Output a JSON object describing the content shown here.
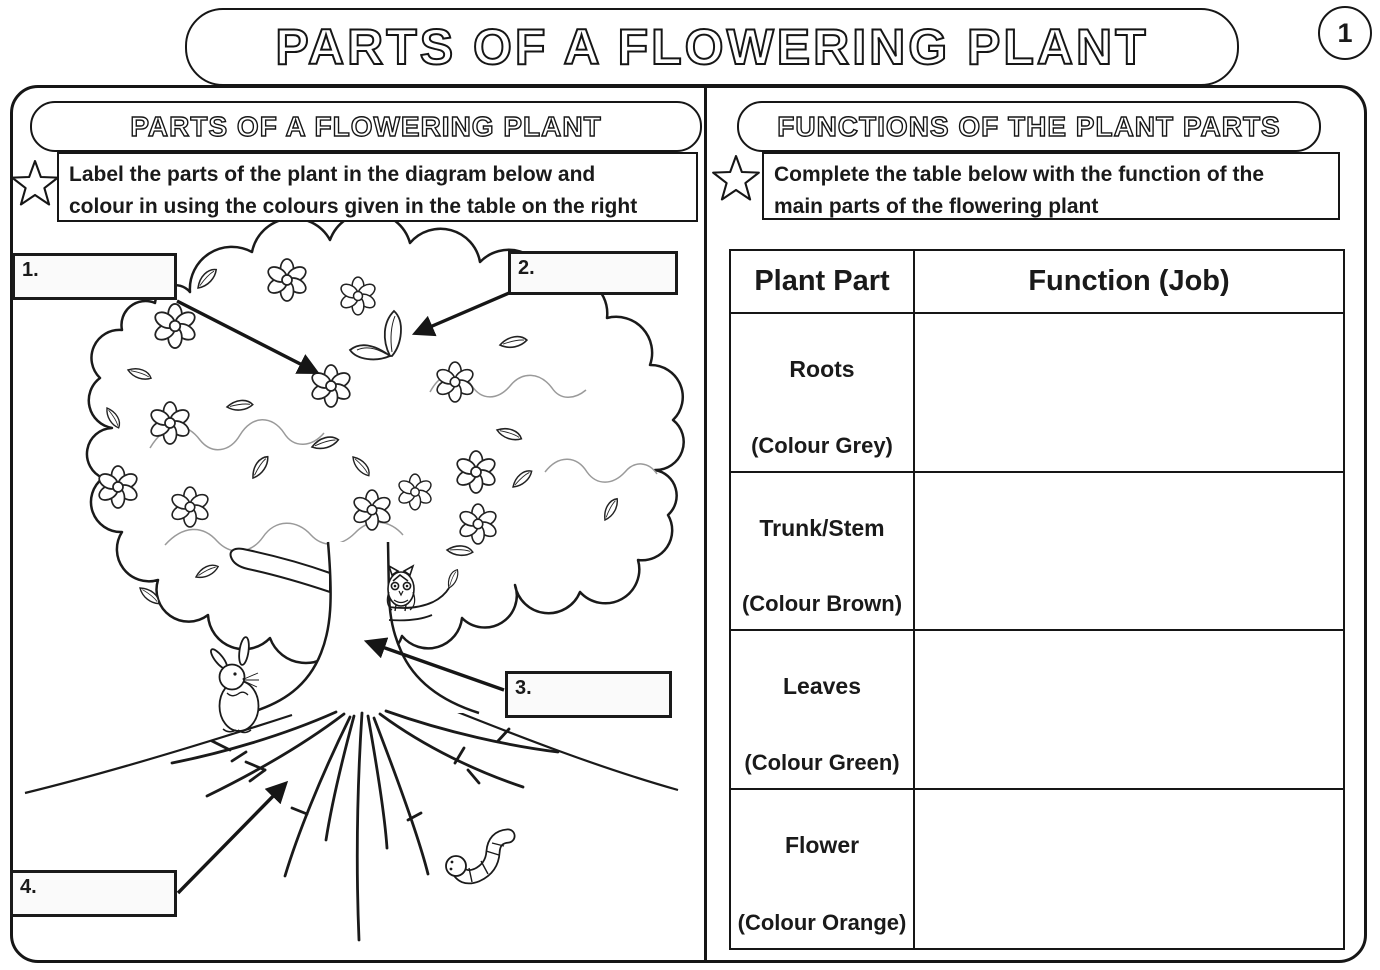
{
  "page": {
    "number": "1"
  },
  "title_banner": {
    "text": "PARTS OF A FLOWERING PLANT"
  },
  "left_section": {
    "heading": "PARTS OF A FLOWERING PLANT",
    "instruction": {
      "line1": "Label the parts of the plant in the diagram below and",
      "line2": "colour in using the colours given in the table on the right"
    },
    "diagram_labels": [
      {
        "number": "1."
      },
      {
        "number": "2."
      },
      {
        "number": "3."
      },
      {
        "number": "4."
      }
    ]
  },
  "right_section": {
    "heading": "FUNCTIONS OF THE PLANT PARTS",
    "instruction": {
      "line1": "Complete the table below with the function of the",
      "line2": "main parts of the flowering plant"
    },
    "table": {
      "headers": {
        "part": "Plant Part",
        "function": "Function (Job)"
      },
      "rows": [
        {
          "part": "Roots",
          "colour_note": "(Colour Grey)",
          "function": ""
        },
        {
          "part": "Trunk/Stem",
          "colour_note": "(Colour Brown)",
          "function": ""
        },
        {
          "part": "Leaves",
          "colour_note": "(Colour Green)",
          "function": ""
        },
        {
          "part": "Flower",
          "colour_note": "(Colour Orange)",
          "function": ""
        }
      ]
    }
  },
  "colors": {
    "ink": "#1a1a1a",
    "paper": "#ffffff",
    "canopy_inner_line": "#9a9a9a",
    "label_box_fill": "#fafafa"
  }
}
